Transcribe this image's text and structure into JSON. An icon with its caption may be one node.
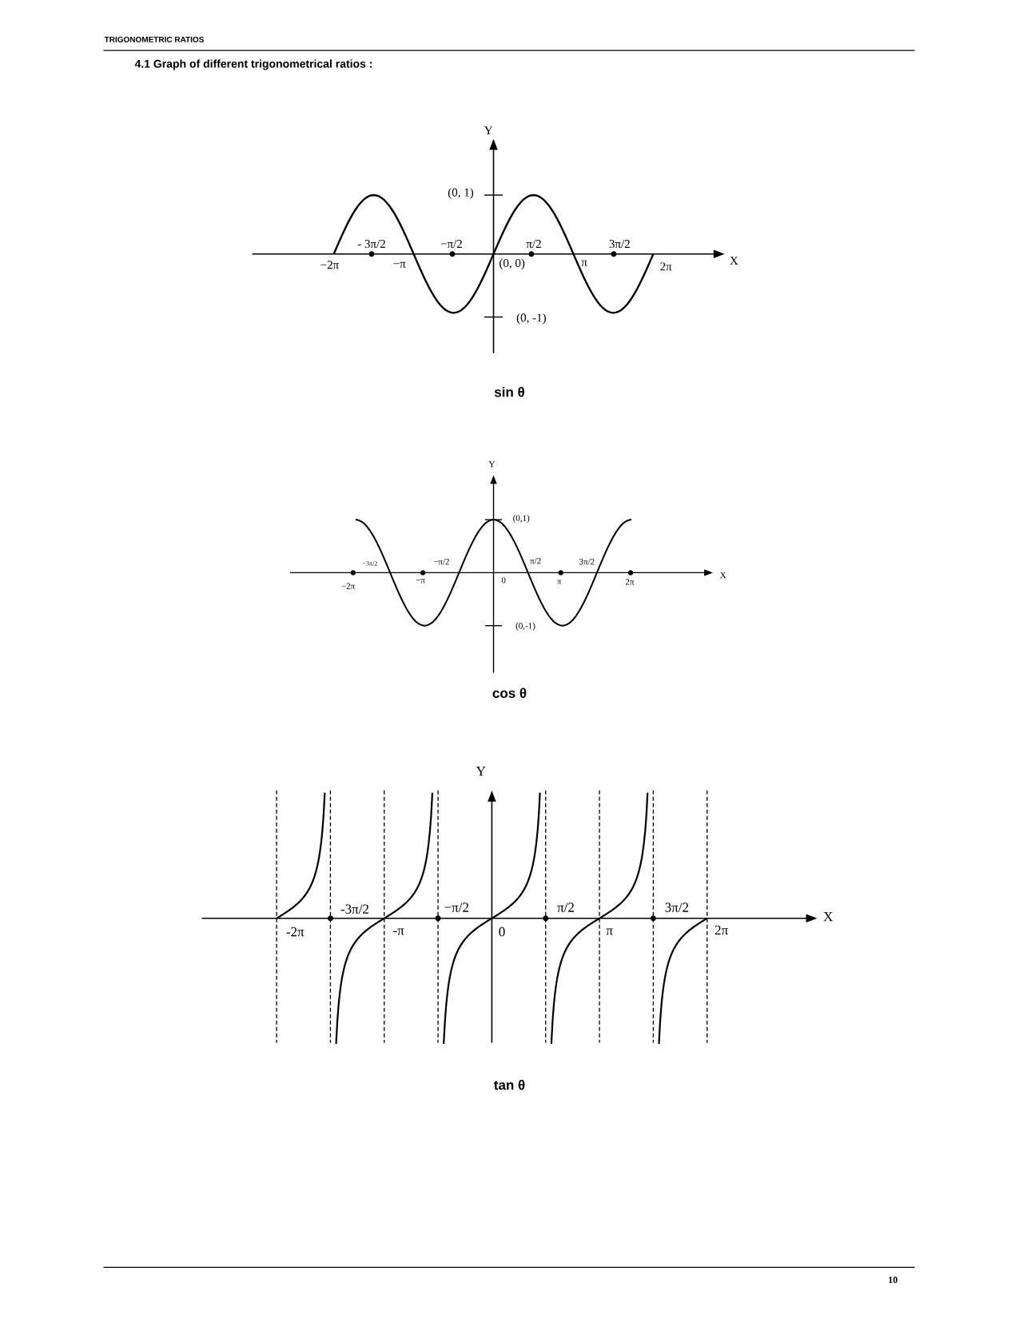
{
  "diagram": {
    "title": "4.1 Graph of different trigonometrical ratios :",
    "labels": [
      "TRIGONOMETRIC RATIOS",
      "Y",
      "(0, 1)",
      "- 3π/2",
      "−π/2",
      "π/2",
      "3π/2",
      "−2π",
      "−π",
      "(0, 0)",
      "π",
      "2π",
      "X",
      "(0, -1)",
      "sin θ",
      "Y",
      "(0,1)",
      "−3π/2",
      "−π/2",
      "π/2",
      "3π/2",
      "X",
      "−2π",
      "−π",
      "0",
      "π",
      "2π",
      "(0,-1)",
      "cos θ",
      "Y",
      "-3π/2",
      "−π/2",
      "π/2",
      "3π/2",
      "X",
      "-2π",
      "-π",
      "0",
      "π",
      "2π",
      "tan θ",
      "10"
    ]
  }
}
